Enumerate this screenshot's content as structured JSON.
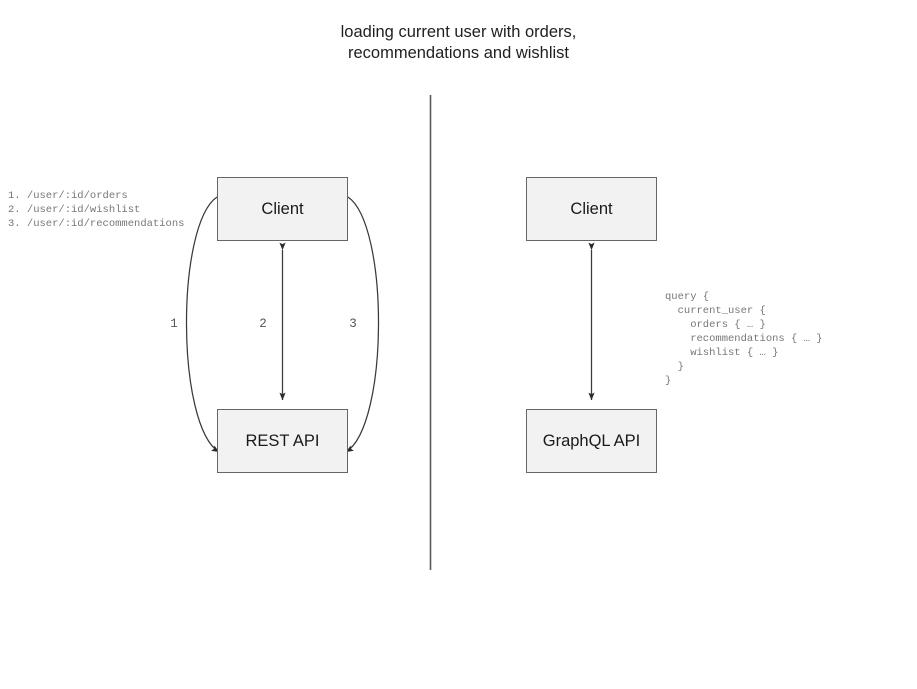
{
  "diagram": {
    "title": "loading current user with orders,\nrecommendations and wishlist",
    "divider": {
      "name": "vertical-divider",
      "color": "#5a5a5a"
    },
    "left_panel": {
      "nodes": {
        "client": "Client",
        "api": "REST API"
      },
      "endpoints_text": "1. /user/:id/orders\n2. /user/:id/wishlist\n3. /user/:id/recommendations",
      "edge_labels": [
        "1",
        "2",
        "3"
      ]
    },
    "right_panel": {
      "nodes": {
        "client": "Client",
        "api": "GraphQL API"
      },
      "query_text": "query {\n  current_user {\n    orders { … }\n    recommendations { … }\n    wishlist { … }\n  }\n}"
    },
    "colors": {
      "node_fill": "#f2f2f2",
      "node_border": "#66666a",
      "arrow": "#2b2b2b",
      "code_text": "#777777",
      "title_text": "#1f1f1f"
    }
  }
}
